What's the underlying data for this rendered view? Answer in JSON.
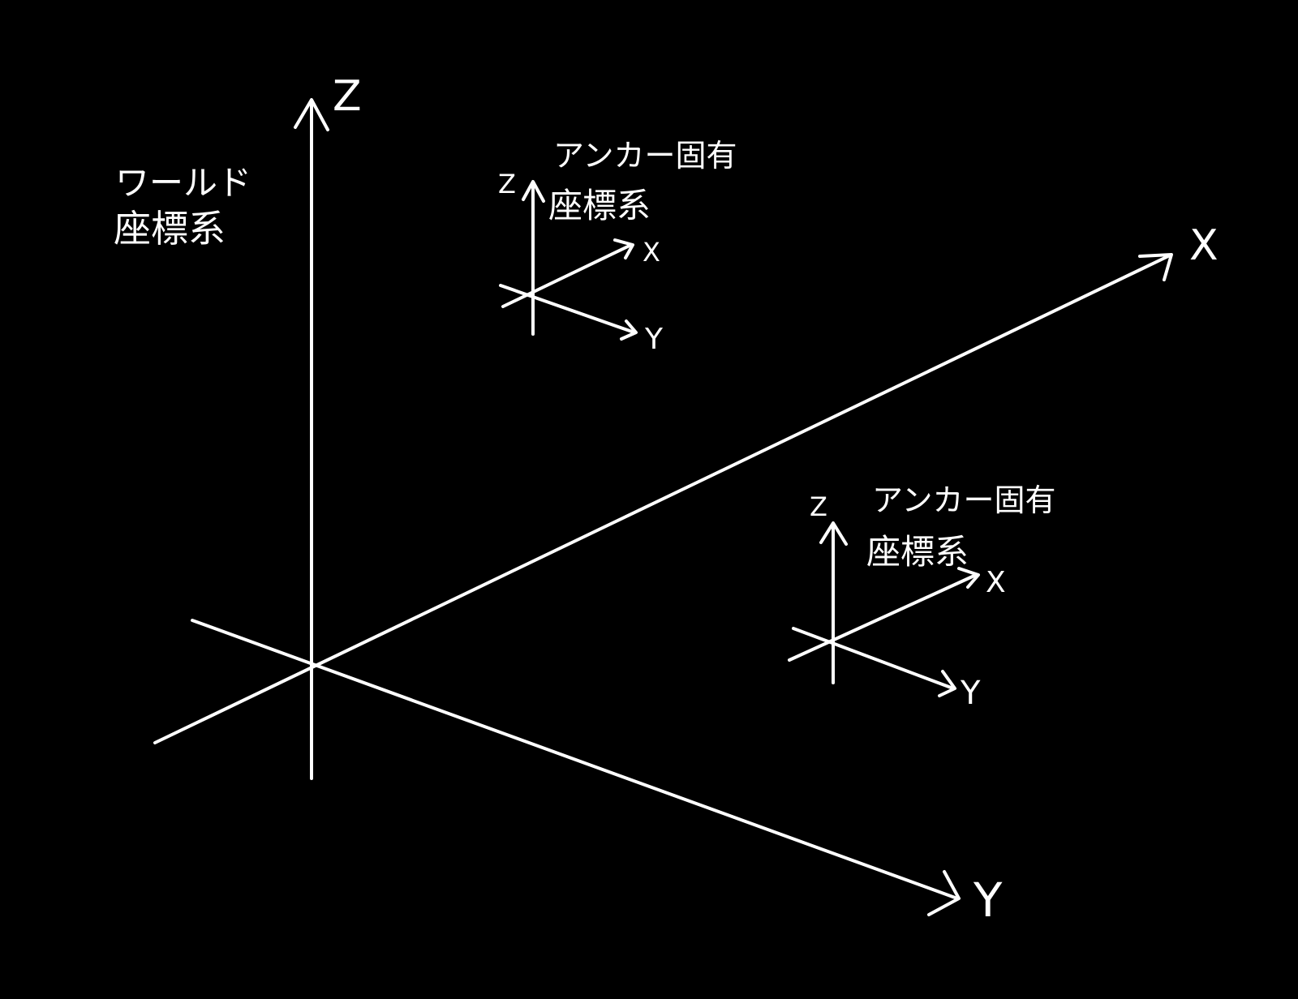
{
  "diagram": {
    "background": "#000000",
    "stroke_color": "#ffffff",
    "world": {
      "label_line1": "ワールド",
      "label_line2": "座標系",
      "axes": {
        "x": "X",
        "y": "Y",
        "z": "Z"
      }
    },
    "anchors": [
      {
        "label_line1": "アンカー固有",
        "label_line2": "座標系",
        "axes": {
          "x": "X",
          "y": "Y",
          "z": "Z"
        }
      },
      {
        "label_line1": "アンカー固有",
        "label_line2": "座標系",
        "axes": {
          "x": "X",
          "y": "Y",
          "z": "Z"
        }
      }
    ]
  }
}
